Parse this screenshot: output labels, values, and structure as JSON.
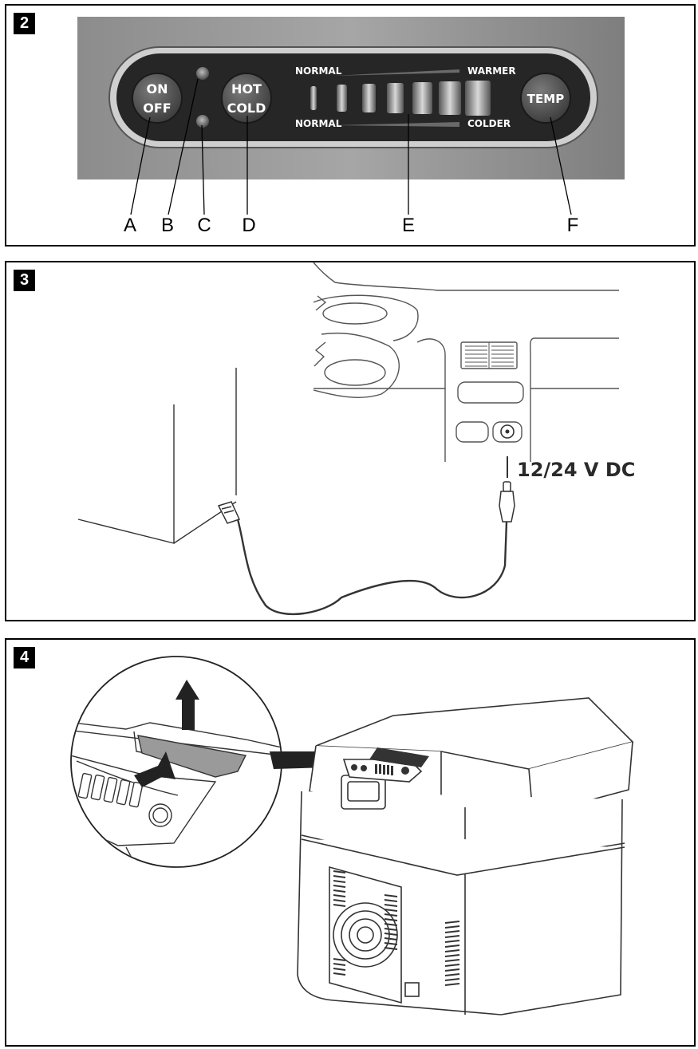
{
  "figures": [
    {
      "number": "2",
      "panel": {
        "power_button": {
          "line1": "ON",
          "line2": "OFF"
        },
        "mode_button": {
          "line1": "HOT",
          "line2": "COLD"
        },
        "temp_button": "TEMP",
        "scale_top_left": "NORMAL",
        "scale_top_right": "WARMER",
        "scale_bottom_left": "NORMAL",
        "scale_bottom_right": "COLDER",
        "level_indicator_count": 7
      },
      "callouts": [
        "A",
        "B",
        "C",
        "D",
        "E",
        "F"
      ]
    },
    {
      "number": "3",
      "socket_label": "12/24 V DC"
    },
    {
      "number": "4"
    }
  ]
}
